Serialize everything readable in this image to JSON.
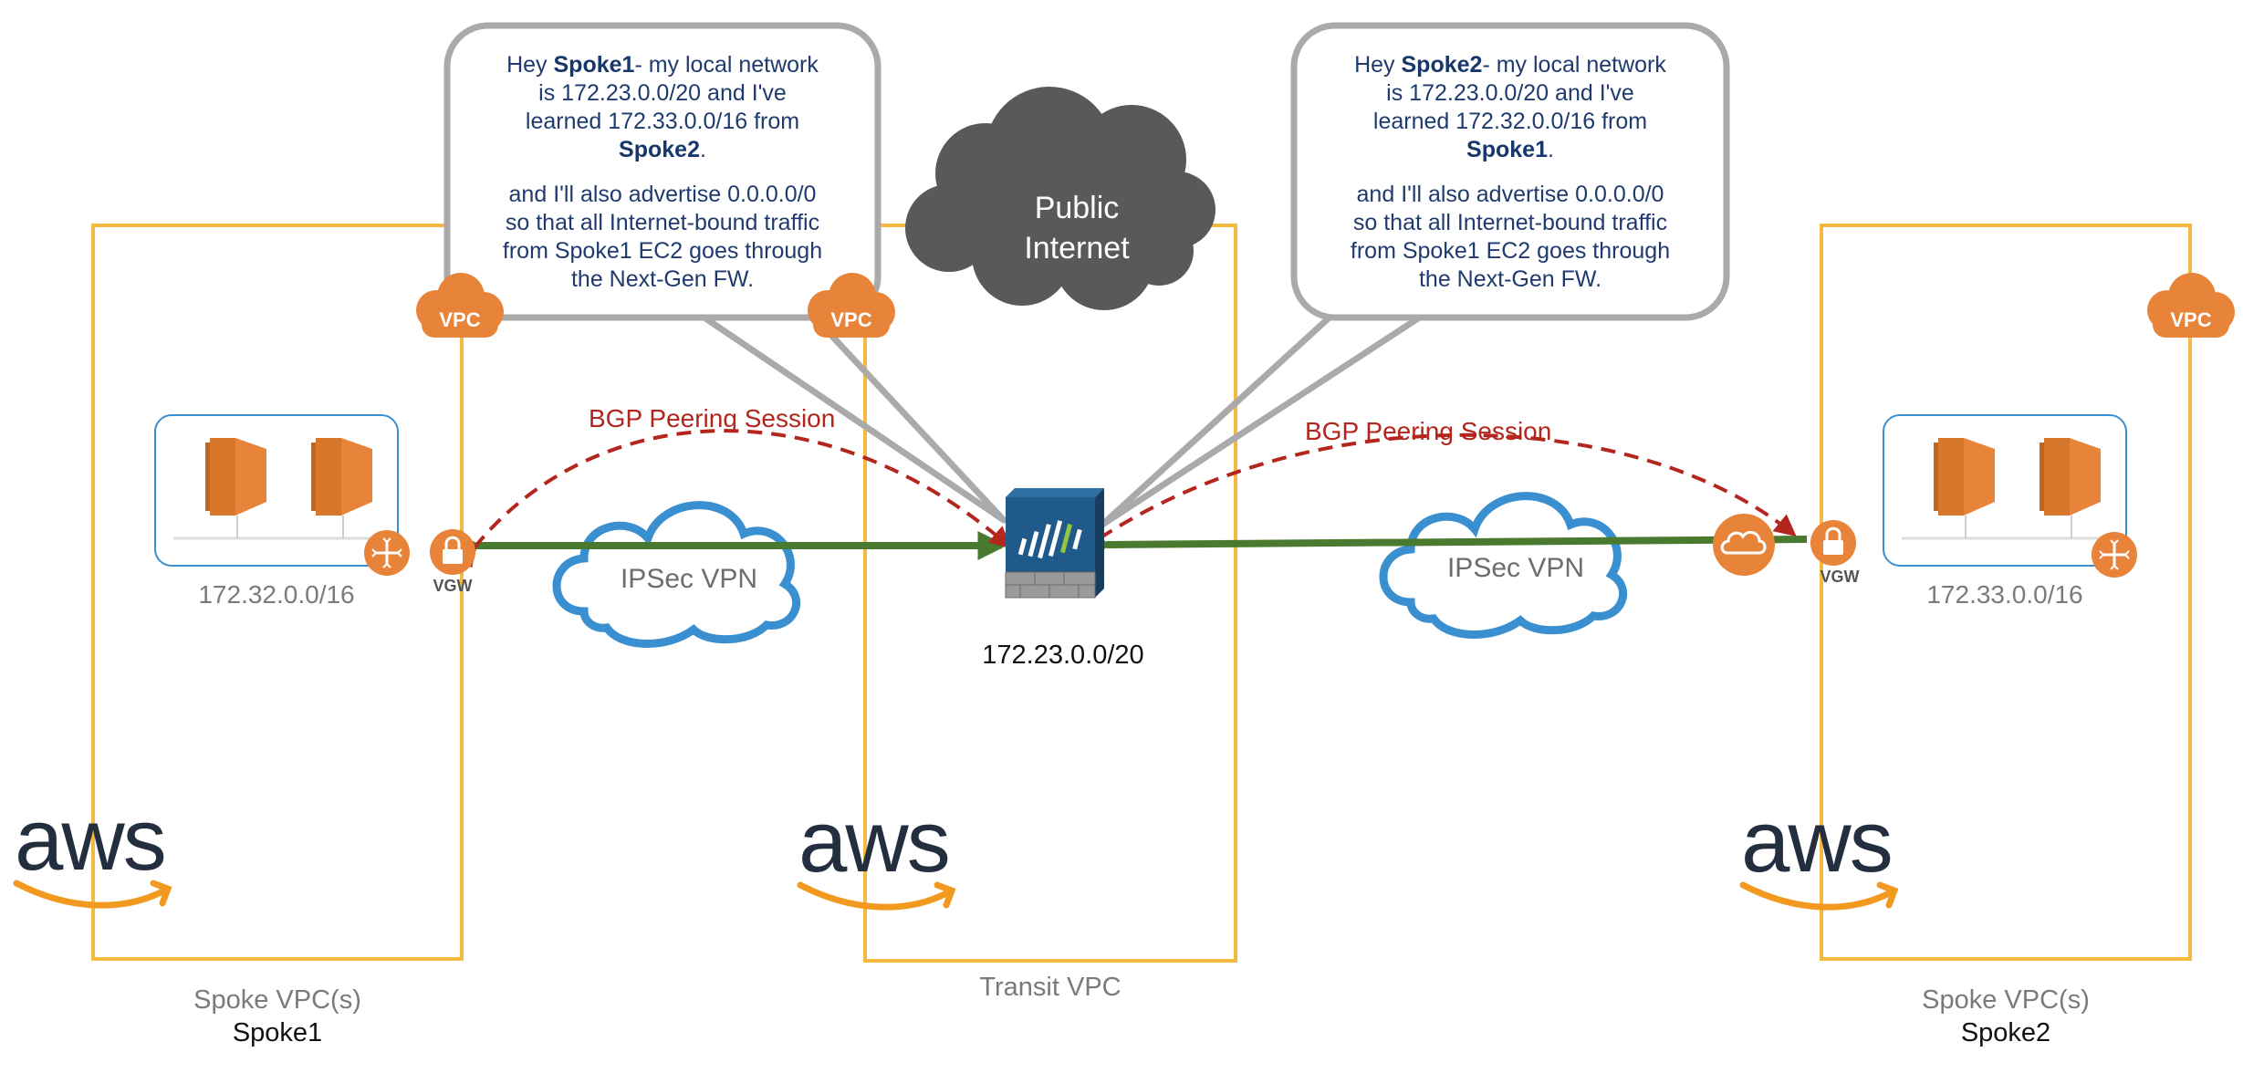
{
  "colors": {
    "vpc_border": "#f5b942",
    "aws_orange": "#e8843a",
    "bgp_red": "#b3261e",
    "vpn_green": "#4a7a2f",
    "cloud_blue": "#3a8fd0",
    "bubble_border": "#aaaaaa",
    "firewall_blue": "#1f5a8a"
  },
  "bubbles": {
    "left": {
      "line1_pre": "Hey ",
      "line1_name": "Spoke1",
      "line1_post": "- my local network",
      "line2": "is 172.23.0.0/20 and I've",
      "line3": "learned 172.33.0.0/16 from",
      "line4_name": "Spoke2",
      "line4_post": ".",
      "line5": "and I'll also advertise 0.0.0.0/0",
      "line6": "so that all Internet-bound traffic",
      "line7": "from Spoke1 EC2 goes through",
      "line8": "the Next-Gen FW."
    },
    "right": {
      "line1_pre": "Hey ",
      "line1_name": "Spoke2",
      "line1_post": "- my local network",
      "line2": "is 172.23.0.0/20 and I've",
      "line3": "learned 172.32.0.0/16 from",
      "line4_name": "Spoke1",
      "line4_post": ".",
      "line5": "and I'll also advertise 0.0.0.0/0",
      "line6": "so that all Internet-bound traffic",
      "line7": "from Spoke1 EC2 goes through",
      "line8": "the Next-Gen FW."
    }
  },
  "internet": {
    "line1": "Public",
    "line2": "Internet"
  },
  "vpc_tag": "VPC",
  "bgp_left": "BGP Peering Session",
  "bgp_right": "BGP Peering Session",
  "vpn_left": "IPSec VPN",
  "vpn_right": "IPSec VPN",
  "vgw": "VGW",
  "spoke1": {
    "cidr": "172.32.0.0/16",
    "caption": "Spoke VPC(s)",
    "name": "Spoke1"
  },
  "spoke2": {
    "cidr": "172.33.0.0/16",
    "caption": "Spoke VPC(s)",
    "name": "Spoke2"
  },
  "transit": {
    "cidr": "172.23.0.0/20",
    "caption": "Transit VPC"
  },
  "aws_word": "aws"
}
